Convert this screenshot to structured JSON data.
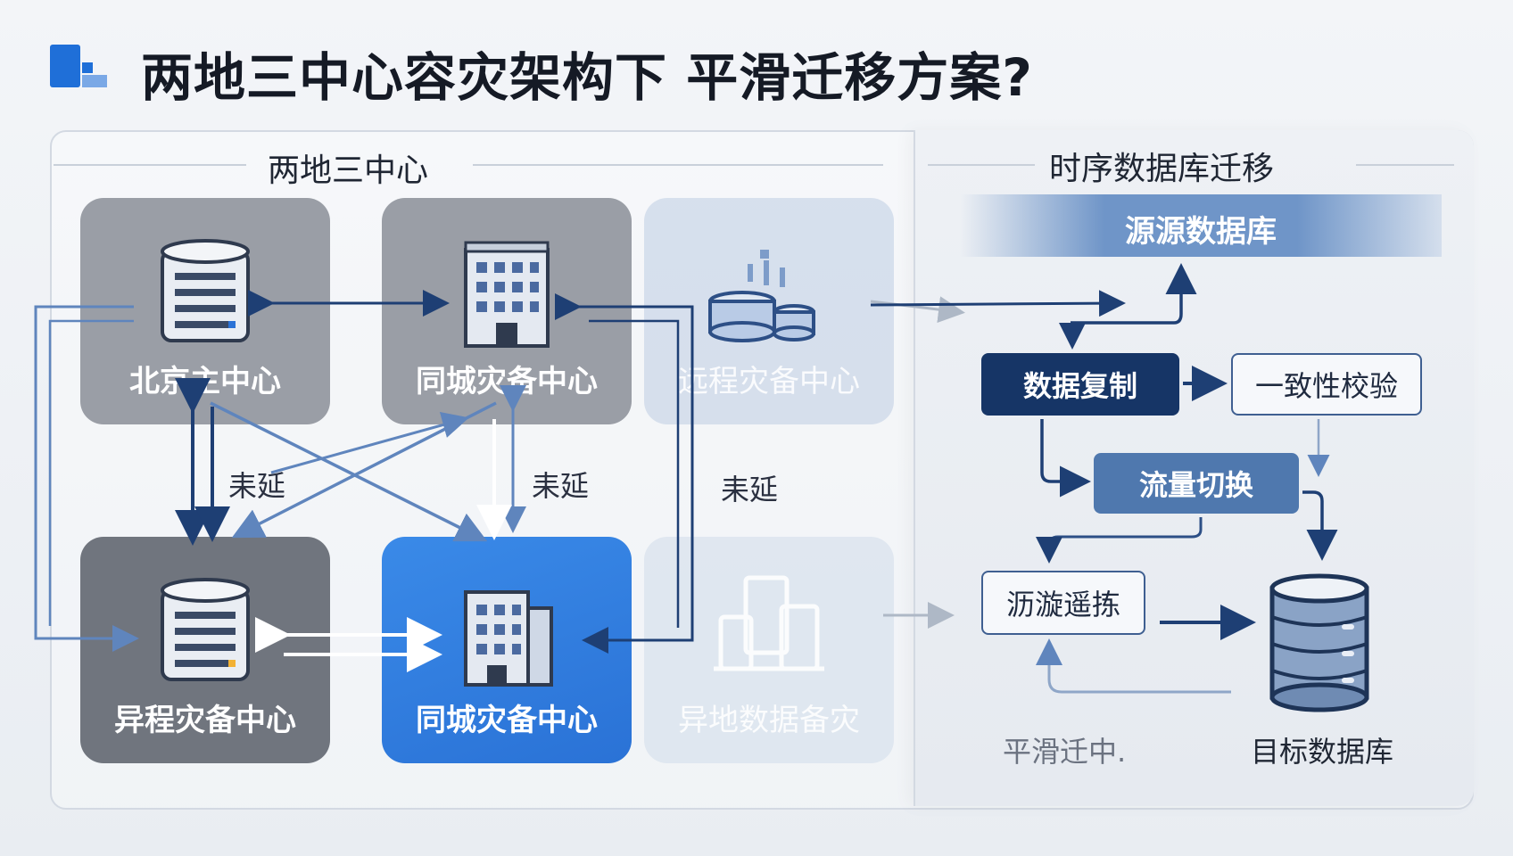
{
  "header": {
    "title": "两地三中心容灾架构下 平滑迁移方案?"
  },
  "left_section": {
    "title": "两地三中心"
  },
  "right_section": {
    "title": "时序数据库迁移"
  },
  "datacenters": [
    {
      "label": "北京主中心"
    },
    {
      "label": "同城灾备中心"
    },
    {
      "label": "远程灾备中心"
    },
    {
      "label": "异程灾备中心"
    },
    {
      "label": "同城灾备中心"
    },
    {
      "label": "异地数据备灾"
    }
  ],
  "latency_labels": [
    "耒延",
    "耒延",
    "耒延"
  ],
  "migration": {
    "source_db": "源源数据库",
    "replication": "数据复制",
    "consistency_check": "一致性校验",
    "traffic_switch": "流量切换",
    "rollback": "沥漩遥拣",
    "in_progress": "平滑迁中.",
    "target_db": "目标数据库"
  },
  "colors": {
    "accent_blue": "#2a72d6",
    "navy": "#163566",
    "arrow": "#2c4f86"
  }
}
